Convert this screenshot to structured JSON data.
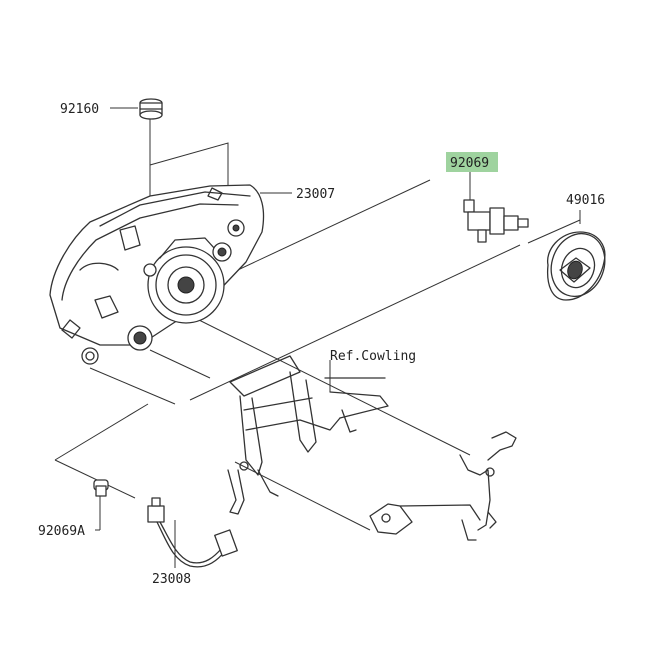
{
  "labels": {
    "p92160": "92160",
    "p23007": "23007",
    "p92069": "92069",
    "p49016": "49016",
    "ref_cowling": "Ref.Cowling",
    "p92069A": "92069A",
    "p23008": "23008"
  },
  "colors": {
    "highlight": "#9fd39f",
    "ink": "#333333"
  },
  "icons": {
    "headlight": "headlight-assembly-icon",
    "grommet": "rubber-grommet-icon",
    "bulb": "headlight-bulb-icon",
    "cap": "dust-cap-icon",
    "bracket": "cowling-stay-bracket-icon",
    "small_bulb": "position-bulb-icon",
    "socket": "socket-wire-icon"
  }
}
